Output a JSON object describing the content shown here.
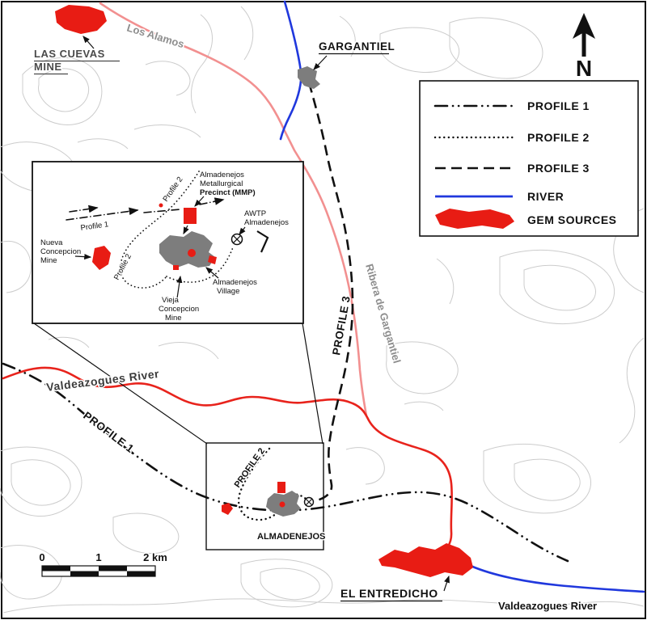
{
  "map": {
    "north_arrow": "N",
    "labels": {
      "las_cuevas_line1": "LAS CUEVAS",
      "las_cuevas_line2": "MINE",
      "los_alamos": "Los Alamos",
      "gargantiel": "GARGANTIEL",
      "ribera_de_gargantiel": "Ribera de Gargantiel",
      "profile3": "PROFILE 3",
      "profile1": "PROFILE 1",
      "profile2": "PROFILE 2",
      "valdeazogues_west": "Valdeazogues River",
      "valdeazogues_southeast": "Valdeazogues River",
      "almadenejos_town": "ALMADENEJOS",
      "el_entredicho": "EL ENTREDICHO"
    }
  },
  "legend": {
    "items": [
      {
        "label": "PROFILE 1",
        "style": "dash-dot-dot"
      },
      {
        "label": "PROFILE 2",
        "style": "dotted"
      },
      {
        "label": "PROFILE 3",
        "style": "dashed"
      },
      {
        "label": "RIVER",
        "style": "blue-line"
      },
      {
        "label": "GEM SOURCES",
        "style": "red-polygon"
      }
    ]
  },
  "inset": {
    "mmp_line1": "Almadenejos",
    "mmp_line2": "Metallurgical",
    "mmp_line3": "Precinct (MMP)",
    "awtp_line1": "AWTP",
    "awtp_line2": "Almadenejos",
    "profile1": "Profile 1",
    "profile2_top": "Profile 2",
    "profile2_side": "Profile 2",
    "nueva_line1": "Nueva",
    "nueva_line2": "Concepcion",
    "nueva_line3": "Mine",
    "vieja_line1": "Vieja",
    "vieja_line2": "Concepcion",
    "vieja_line3": "Mine",
    "village_line1": "Almadenejos",
    "village_line2": "Village"
  },
  "scalebar": {
    "tick0": "0",
    "tick1": "1",
    "tick2": "2 km"
  },
  "colors": {
    "contour": "#cccccc",
    "river_blue": "#2038dd",
    "river_red": "#e8231c",
    "river_pink": "#f29090",
    "gem_red": "#e81c14",
    "village_gray": "#7d7d7d",
    "ink": "#111111",
    "label_gray": "#8d8d8d"
  }
}
